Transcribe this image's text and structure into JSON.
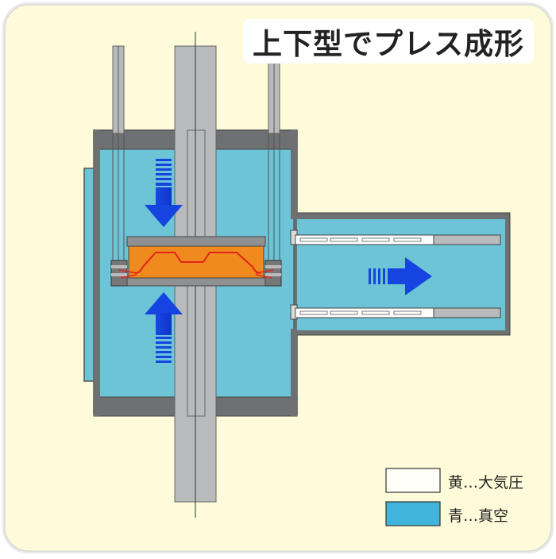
{
  "title": "上下型でプレス成形",
  "legend": {
    "items": [
      {
        "label": "黄…大気圧",
        "color": "#fffff8"
      },
      {
        "label": "青…真空",
        "color": "#40b4da"
      }
    ]
  },
  "colors": {
    "background": "#fdfbd9",
    "vacuum": "#6cc4d6",
    "frame": "#6f7072",
    "shaft": "#b9babb",
    "mold": "#f08a1e",
    "sheet": "#e2231a",
    "arrow": "#1544e0"
  }
}
